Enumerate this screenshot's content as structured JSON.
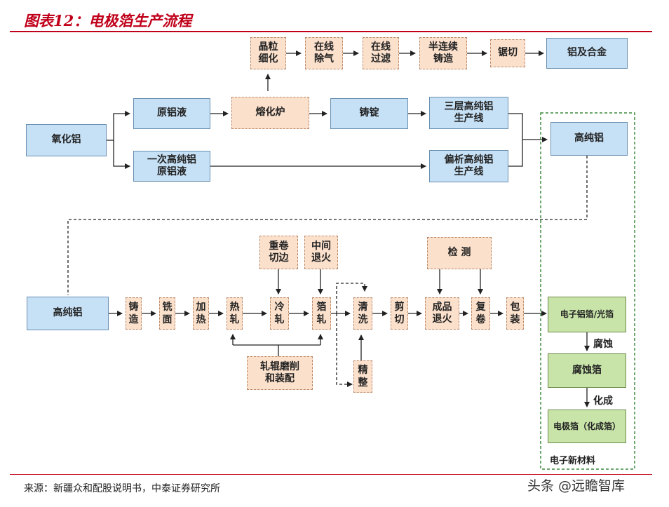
{
  "title": "图表12：电极箔生产流程",
  "source": "来源：新疆众和配股说明书，中泰证券研究所",
  "watermark": "头条 @远瞻智库",
  "top": {
    "refine": "晶粒\n细化",
    "degas": "在线\n除气",
    "filter": "在线\n过滤",
    "cast": "半连续\n铸造",
    "saw": "锯切",
    "alloy": "铝及合金",
    "alumina": "氧化铝",
    "liquid": "原铝液",
    "primary": "一次高纯铝\n原铝液",
    "furnace": "熔化炉",
    "ingot": "铸锭",
    "three": "三层高纯铝\n生产线",
    "seg": "偏析高纯铝\n生产线",
    "hp": "高纯铝"
  },
  "bottom": {
    "hp": "高纯铝",
    "casting": "铸\n造",
    "milling": "铣\n面",
    "heating": "加\n热",
    "hotroll": "热\n轧",
    "coldroll": "冷\n轧",
    "foilroll": "箔\n轧",
    "clean": "清\n洗",
    "cut": "剪\n切",
    "anneal": "成品\n退火",
    "rewind": "复\n卷",
    "pack": "包\n装",
    "rewind_trim": "重卷\n切边",
    "mid_anneal": "中间\n退火",
    "inspect": "检  测",
    "roller": "轧辊磨削\n和装配",
    "finish": "精\n整"
  },
  "right": {
    "foil": "电子铝箔/光箔",
    "corrode_label": "腐蚀",
    "corroded": "腐蚀箔",
    "form_label": "化成",
    "electrode": "电极箔（化成箔）",
    "group": "电子新材料"
  },
  "colors": {
    "red": "#c0001a",
    "blue": "#c6e0f5",
    "peach": "#fbe0cc",
    "green": "#c8e4a9"
  }
}
